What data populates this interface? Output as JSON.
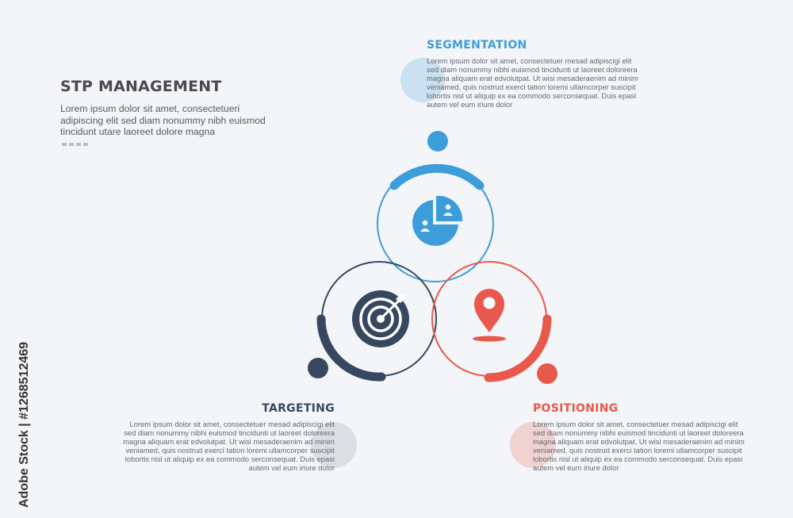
{
  "header": {
    "title": "STP MANAGEMENT",
    "description": "Lorem ipsum dolor sit amet, consectetueri adipiscing elit sed diam nonummy nibh euismod tincidunt utare laoreet dolore magna"
  },
  "sections": {
    "segmentation": {
      "title": "SEGMENTATION",
      "body": "Lorem ipsum dolor sit amet, consectetuer mesad adipiscigi elit sed diam nonummy nibhi euismod tincidunti ut laoreet doloreera magna aliquam erat edvolutpat. Ut wisi mesaderaenim ad minim veniamed, quis nostrud exerci tation loremi ullamcorper suscipit lobortis nisl ut aliquip ex ea commodo serconsequat. Duis epasi autem vel eum iriure dolor",
      "icon": "pie-chart-users-icon",
      "color": "#3d9ddb"
    },
    "targeting": {
      "title": "TARGETING",
      "body": "Lorem ipsum dolor sit amet, consectetuer mesad adipiscigi elit sed diam nonummy nibhi euismod tincidunti ut laoreet doloreera magna aliquam erat edvolutpat. Ut wisi mesaderaenim ad minim veniamed, quis nostrud exerci tation loremi ullamcorper suscipit lobortis nisl ut aliquip ex ea commodo serconsequat. Duis epasi autem vel eum iriure dolor",
      "icon": "target-arrow-icon",
      "color": "#36475f"
    },
    "positioning": {
      "title": "POSITIONING",
      "body": "Lorem ipsum dolor sit amet, consectetuer mesad adipiscigi elit sed diam nonummy nibhi euismod tincidunti ut laoreet doloreera magna aliquam erat edvolutpat. Ut wisi mesaderaenim ad minim veniamed, quis nostrud exerci tation loremi ullamcorper suscipit lobortis nisl ut aliquip ex ea commodo serconsequat. Duis epasi autem vel eum iriure dolor",
      "icon": "map-pin-icon",
      "color": "#e8584b"
    }
  },
  "watermark": {
    "side_text": "Adobe Stock | #1268512469"
  }
}
